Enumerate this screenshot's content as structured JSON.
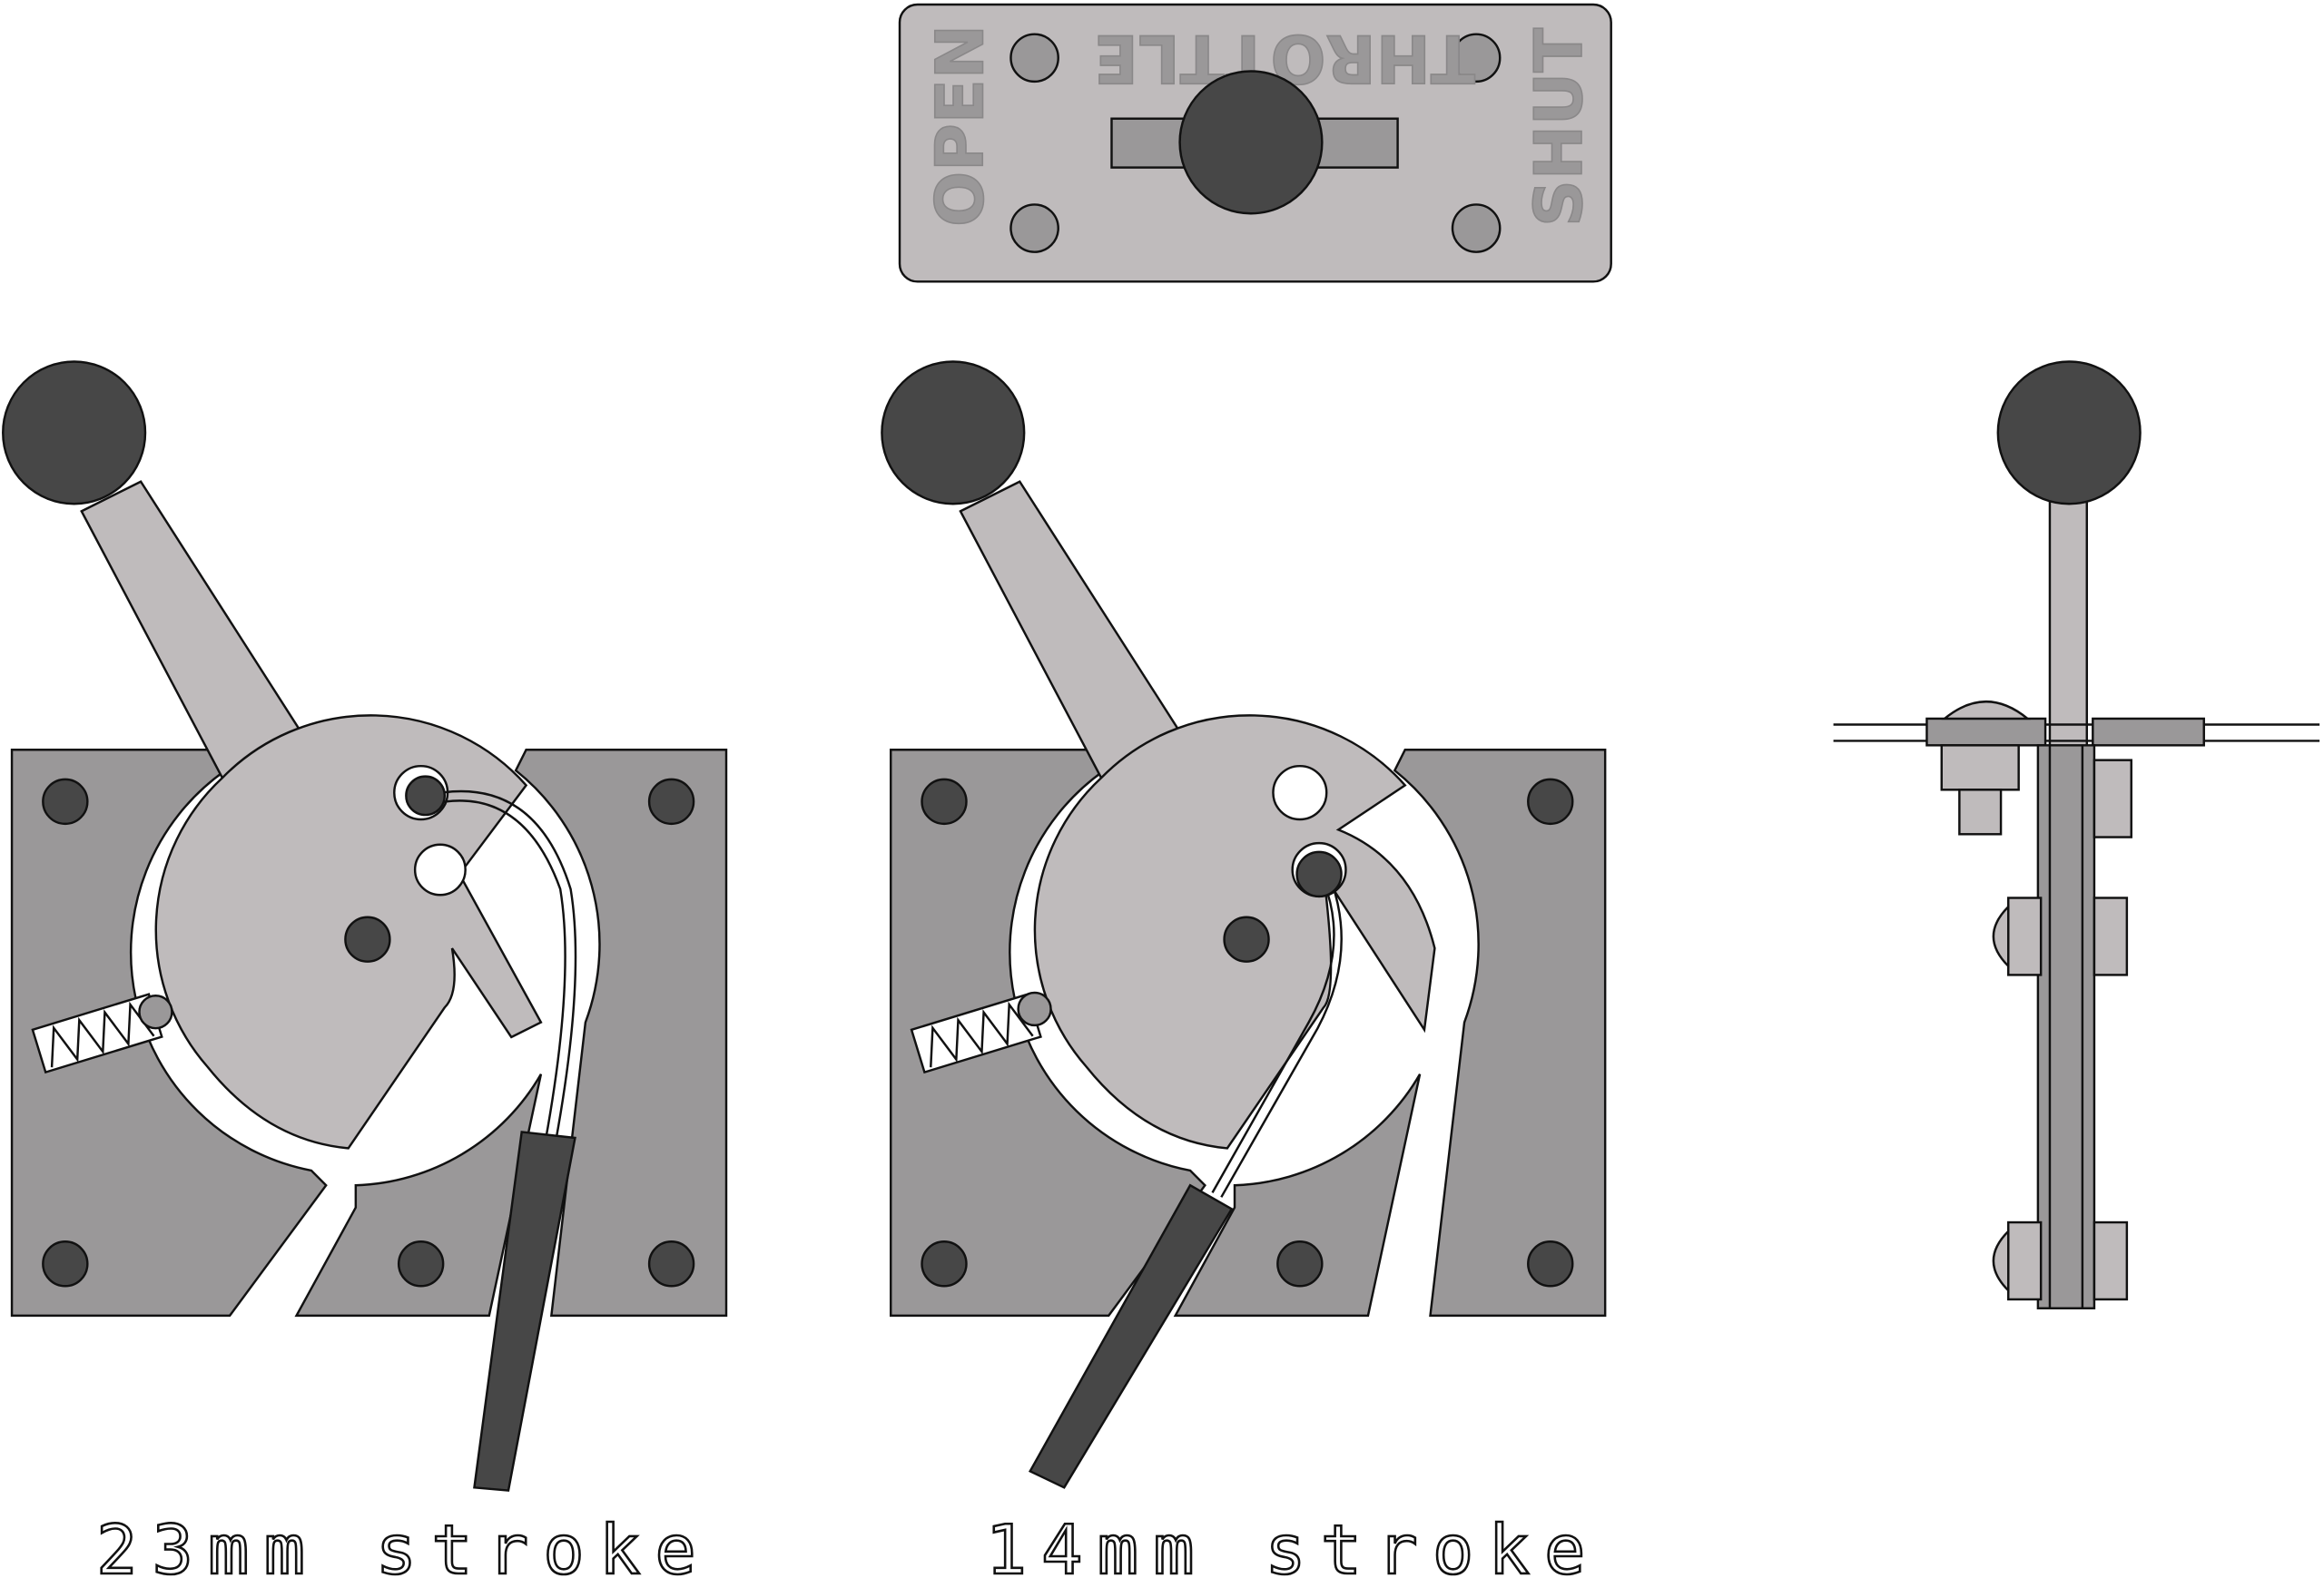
{
  "plate": {
    "open_label": "OPEN",
    "throttle_label": "THROTTLE",
    "shut_label": "SHUT"
  },
  "captions": {
    "left": "23mm stroke",
    "middle": "14mm stroke"
  },
  "colors": {
    "light_gray": "#bfbbbc",
    "mid_gray": "#9a9899",
    "dark_gray": "#474747"
  }
}
